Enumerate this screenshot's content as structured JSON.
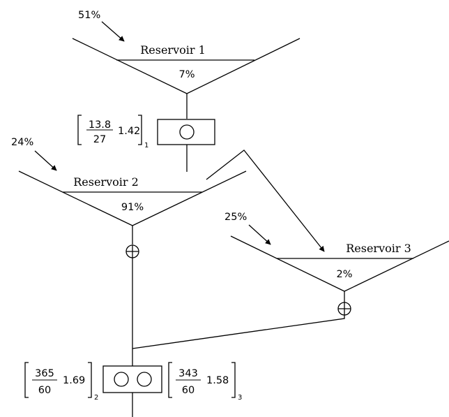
{
  "reservoirs": [
    {
      "name": "Reservoir 1",
      "level": "7%",
      "inflow": "51%"
    },
    {
      "name": "Reservoir 2",
      "level": "91%",
      "inflow": "24%"
    },
    {
      "name": "Reservoir 3",
      "level": "2%",
      "inflow": "25%"
    }
  ],
  "turbines": [
    {
      "numerator": "13.8",
      "denominator": "27",
      "factor": "1.42",
      "index": "1"
    },
    {
      "numerator": "365",
      "denominator": "60",
      "factor": "1.69",
      "index": "2"
    },
    {
      "numerator": "343",
      "denominator": "60",
      "factor": "1.58",
      "index": "3"
    }
  ]
}
